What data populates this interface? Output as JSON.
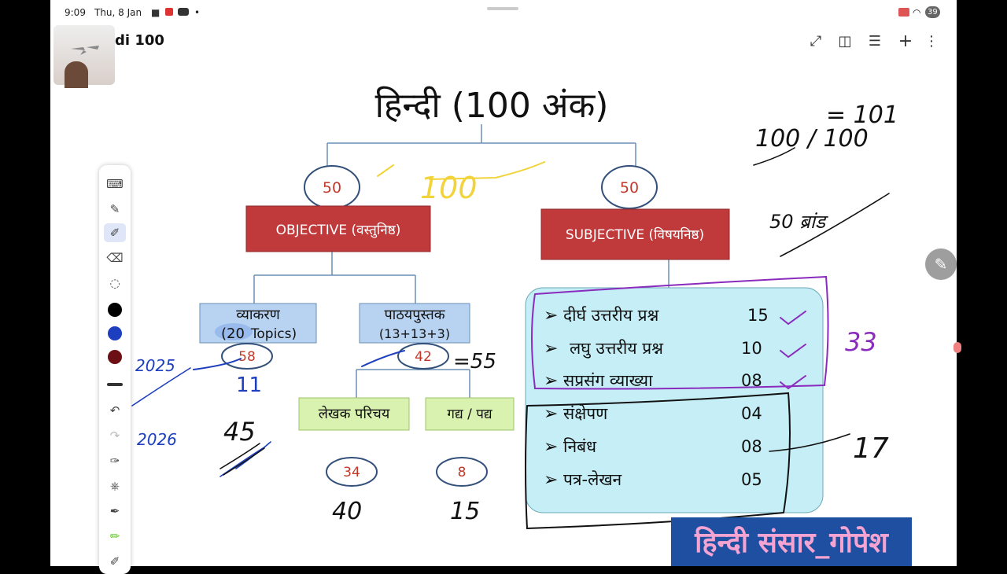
{
  "status": {
    "time": "9:09",
    "date": "Thu, 8 Jan",
    "battery": "39"
  },
  "app": {
    "title": "di 100"
  },
  "slide": {
    "title": "हिन्दी (100 अंक)",
    "objective": {
      "marks": "50",
      "label": "OBJECTIVE (वस्तुनिष्ठ)"
    },
    "subjective": {
      "marks": "50",
      "label": "SUBJECTIVE (विषयनिष्ठ)"
    },
    "vyakaran": {
      "label": "व्याकरण",
      "sub_num": "(20",
      "sub_word": "Topics)",
      "marks": "58"
    },
    "pathya": {
      "label": "पाठयपुस्तक",
      "sub": "(13+13+3)",
      "marks": "42"
    },
    "lekhak": {
      "label": "लेखक परिचय",
      "marks": "34"
    },
    "gadya": {
      "label": "गद्य / पद्य",
      "marks": "8"
    },
    "subjective_list": [
      {
        "label": "दीर्घ उत्तरीय प्रश्न",
        "marks": "15"
      },
      {
        "label": "लघु उत्तरीय प्रश्न",
        "marks": "10"
      },
      {
        "label": "सप्रसंग व्याख्या",
        "marks": "08"
      },
      {
        "label": "संक्षेपण",
        "marks": "04"
      },
      {
        "label": "निबंध",
        "marks": "08"
      },
      {
        "label": "पत्र-लेखन",
        "marks": "05"
      }
    ],
    "brand": "हिन्दी संसार_गोपेश"
  },
  "handwriting": {
    "h100": "100",
    "fraction": "100 / 100",
    "topright": "= 101",
    "fifty": "50 ब्रांड",
    "y2025": "2025",
    "y2026": "2026",
    "n45": "45",
    "n11": "11",
    "eq55": "=55",
    "n33": "33",
    "n17": "17",
    "n40": "40",
    "n15": "15"
  },
  "colors": {
    "red_box": "#c0393b",
    "blue_box": "#b8d3f1",
    "green_box": "#d9f2b0",
    "aqua_panel": "#c5eef6",
    "ellipse_text": "#c0392b",
    "ink_purple": "#8a2bbd",
    "ink_blue": "#1d3fbf",
    "ink_yellow": "#f2d43a"
  }
}
